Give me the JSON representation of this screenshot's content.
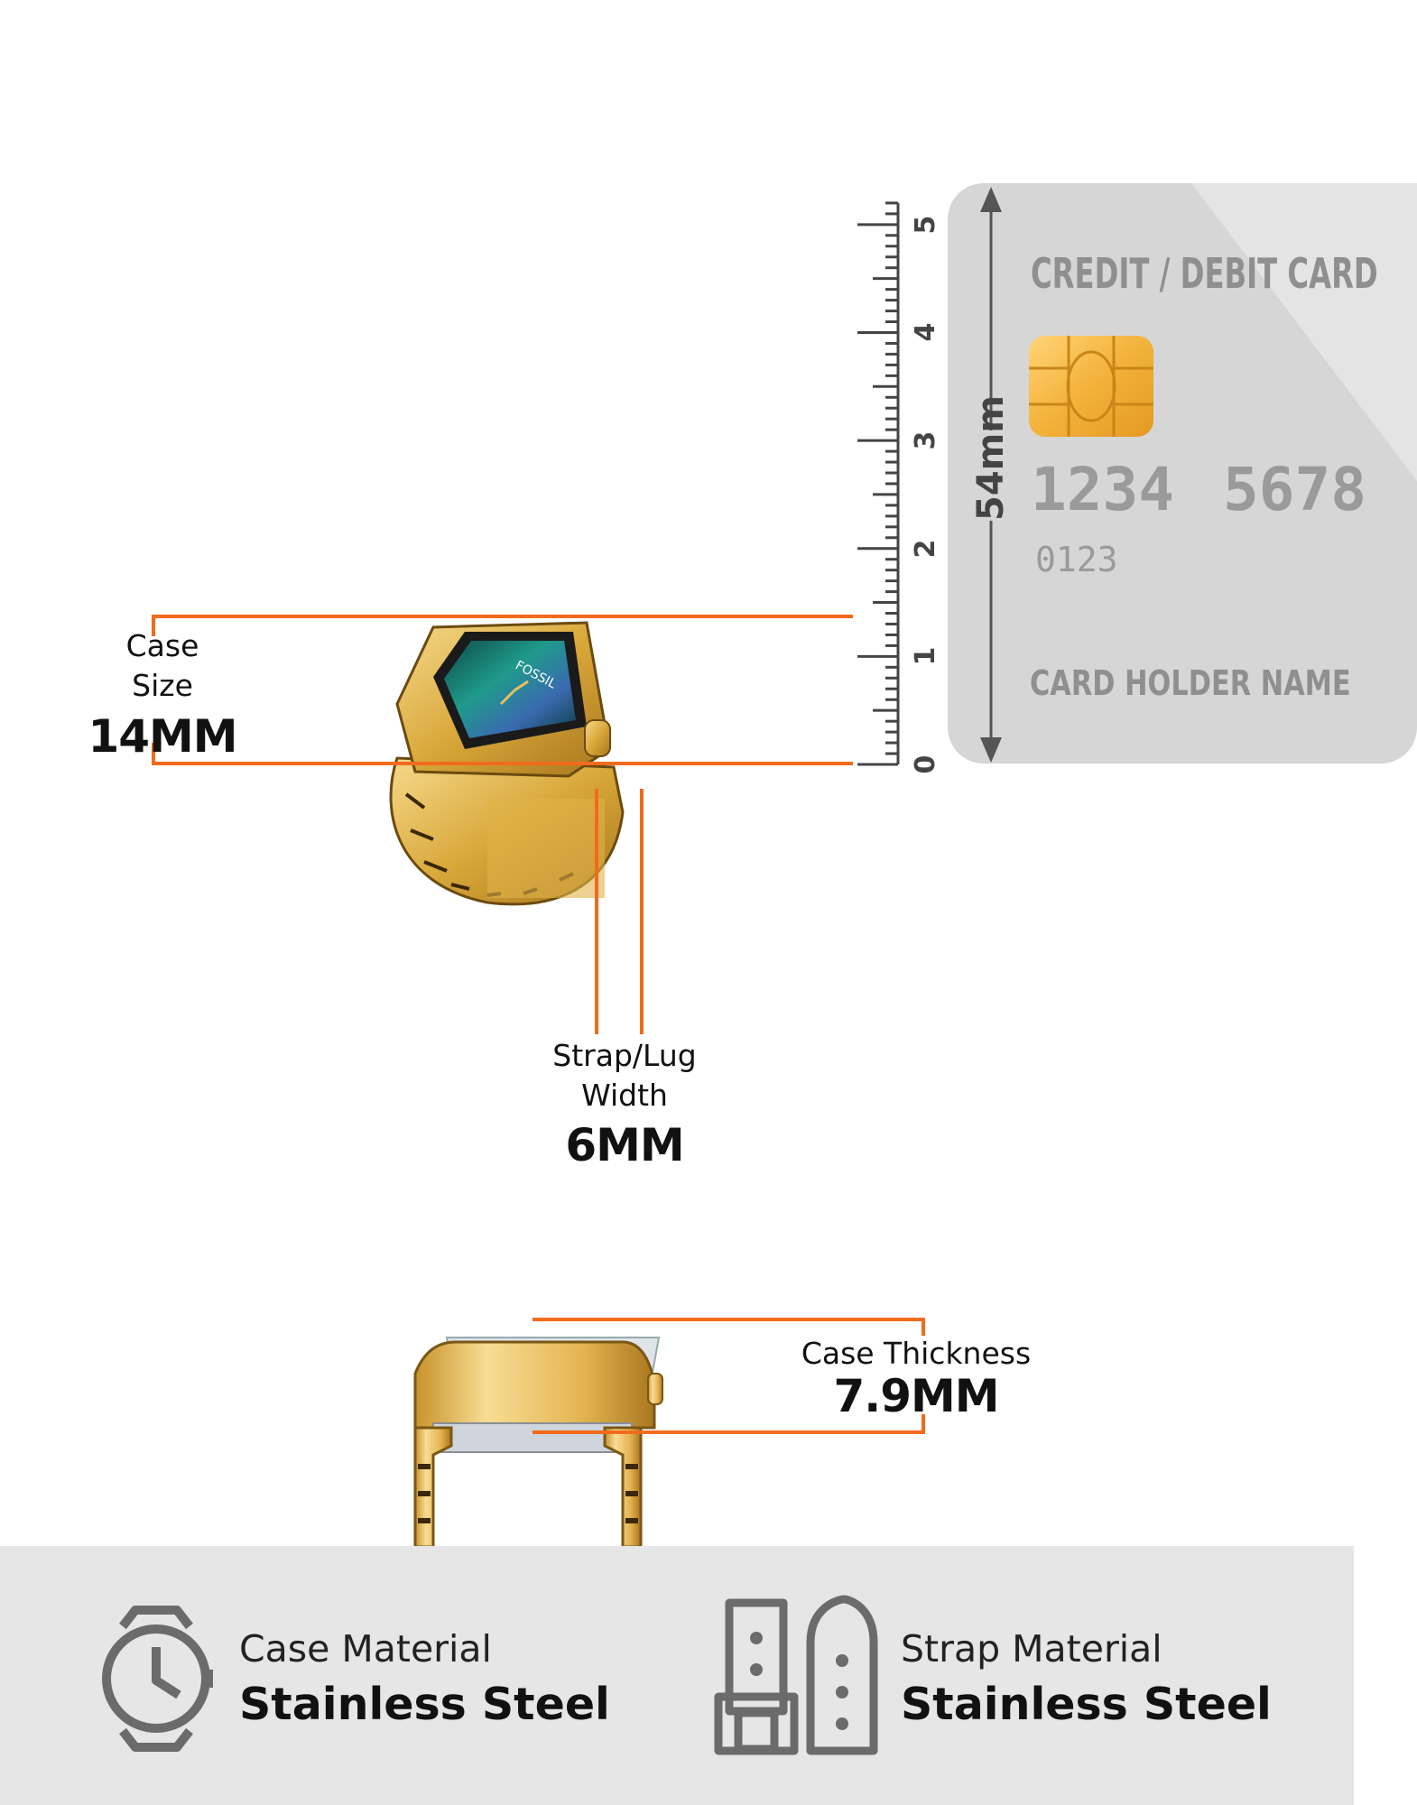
{
  "case_size": {
    "label_line1": "Case",
    "label_line2": "Size",
    "value": "14MM"
  },
  "strap_width": {
    "label_line1": "Strap/Lug",
    "label_line2": "Width",
    "value": "6MM"
  },
  "case_thickness": {
    "label": "Case Thickness",
    "value": "7.9MM"
  },
  "ruler": {
    "ticks": [
      "0",
      "1",
      "2",
      "3",
      "4",
      "5"
    ],
    "height_label": "54mm"
  },
  "card": {
    "title": "CREDIT / DEBIT CARD",
    "number_group_1": "1234",
    "number_group_2": "5678",
    "small_number": "0123",
    "holder": "CARD HOLDER NAME"
  },
  "footer": {
    "case_material_label": "Case Material",
    "case_material_value": "Stainless Steel",
    "strap_material_label": "Strap Material",
    "strap_material_value": "Stainless Steel",
    "case_icon": "watch-case-icon",
    "strap_icon": "strap-icon"
  },
  "brand": {
    "dial_text": "FOSSIL"
  },
  "colors": {
    "accent": "#f26b1d",
    "gold": "#d9a83a",
    "card": "#d6d6d6",
    "footer": "#e6e6e6"
  }
}
